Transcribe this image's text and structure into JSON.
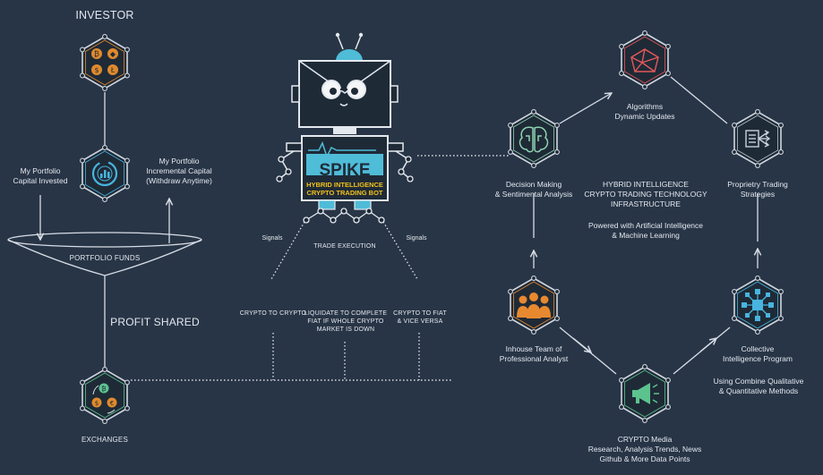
{
  "investor": {
    "title": "INVESTOR"
  },
  "portfolio": {
    "capital_invested": "My Portfolio\nCapital Invested",
    "incremental_capital": "My Portfolio\nIncremental Capital\n(Withdraw Anytime)",
    "funds_label": "PORTFOLIO FUNDS",
    "profit_shared": "PROFIT SHARED"
  },
  "exchanges": {
    "label": "EXCHANGES"
  },
  "bot": {
    "name": "SPIKE",
    "subtitle": "HYBRID INTELLIGENCE\nCRYPTO TRADING BOT",
    "signals_left": "Signals",
    "signals_right": "Signals",
    "trade_execution": "TRADE EXECUTION"
  },
  "strategies": [
    "CRYPTO TO CRYPTO",
    "LIQUIDATE TO COMPLETE\nFIAT IF WHOLE CRYPTO\nMARKET IS DOWN",
    "CRYPTO TO FIAT\n& VICE VERSA"
  ],
  "infrastructure": {
    "title": "HYBRID INTELLIGENCE\nCRYPTO TRADING TECHNOLOGY\nINFRASTRUCTURE",
    "powered": "Powered with Artificial Intelligence\n& Machine Learning"
  },
  "cycle": {
    "algorithms": "Algorithms\nDynamic Updates",
    "decision": "Decision Making\n& Sentimental Analysis",
    "proprietary": "Proprietry Trading\nStrategies",
    "inhouse": "Inhouse Team of\nProfessional Analyst",
    "collective": "Collective\nIntelligence Program",
    "qualitative": "Using Combine Qualitative\n& Quantitative Methods",
    "media": "CRYPTO Media\nResearch, Analysis Trends, News\nGithub & More Data Points"
  },
  "colors": {
    "background": "#283546",
    "line": "#d7dde6",
    "hex_fill": "#1f2a37",
    "coin": "#e08a2c",
    "brain": "#8fd3b1",
    "algo": "#e4585a",
    "team": "#e7892f",
    "network": "#47b5e0",
    "media": "#5cc38f",
    "bot_accent": "#4fbcd8",
    "bot_subtitle": "#f2c21b"
  }
}
